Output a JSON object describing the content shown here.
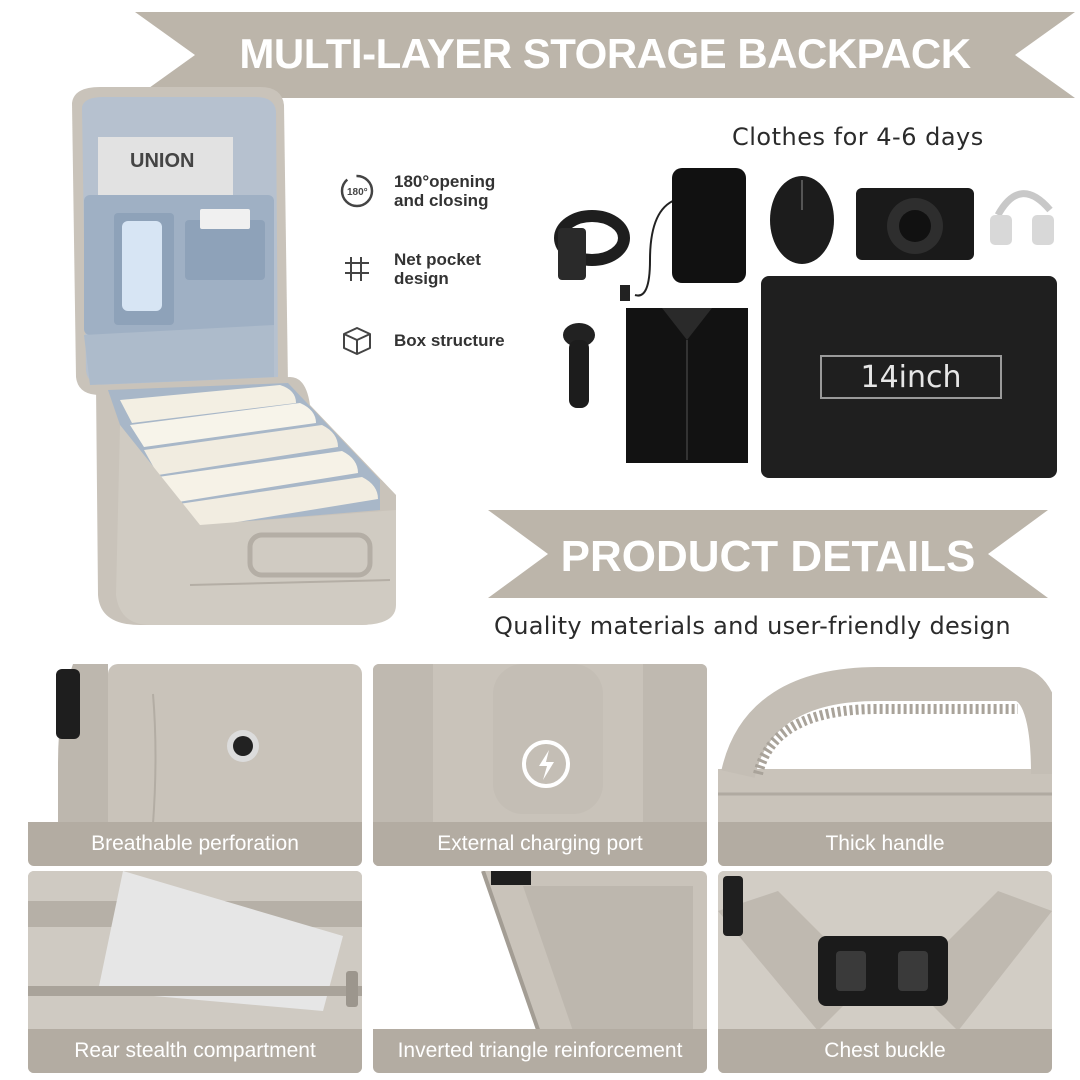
{
  "header_banner": {
    "title": "MULTI-LAYER STORAGE BACKPACK"
  },
  "hero": {
    "book_text": "UNION",
    "capacity_note": "Clothes for 4-6 days",
    "laptop_label": "14inch"
  },
  "features": [
    {
      "icon": "rotate-180-icon",
      "label": "180°opening and closing"
    },
    {
      "icon": "grid-net-icon",
      "label": "Net pocket design"
    },
    {
      "icon": "box-icon",
      "label": "Box structure"
    }
  ],
  "details_banner": {
    "title": "PRODUCT DETAILS",
    "subtitle": "Quality materials and user-friendly design"
  },
  "detail_tiles": [
    {
      "caption": "Breathable perforation"
    },
    {
      "caption": "External charging port"
    },
    {
      "caption": "Thick handle"
    },
    {
      "caption": "Rear stealth compartment"
    },
    {
      "caption": "Inverted triangle reinforcement"
    },
    {
      "caption": "Chest buckle"
    }
  ],
  "colors": {
    "banner": "#bcb5aa",
    "caption_bar": "#b3aca2",
    "fabric": "#cbc5bc",
    "lining": "#a9b6c6"
  }
}
